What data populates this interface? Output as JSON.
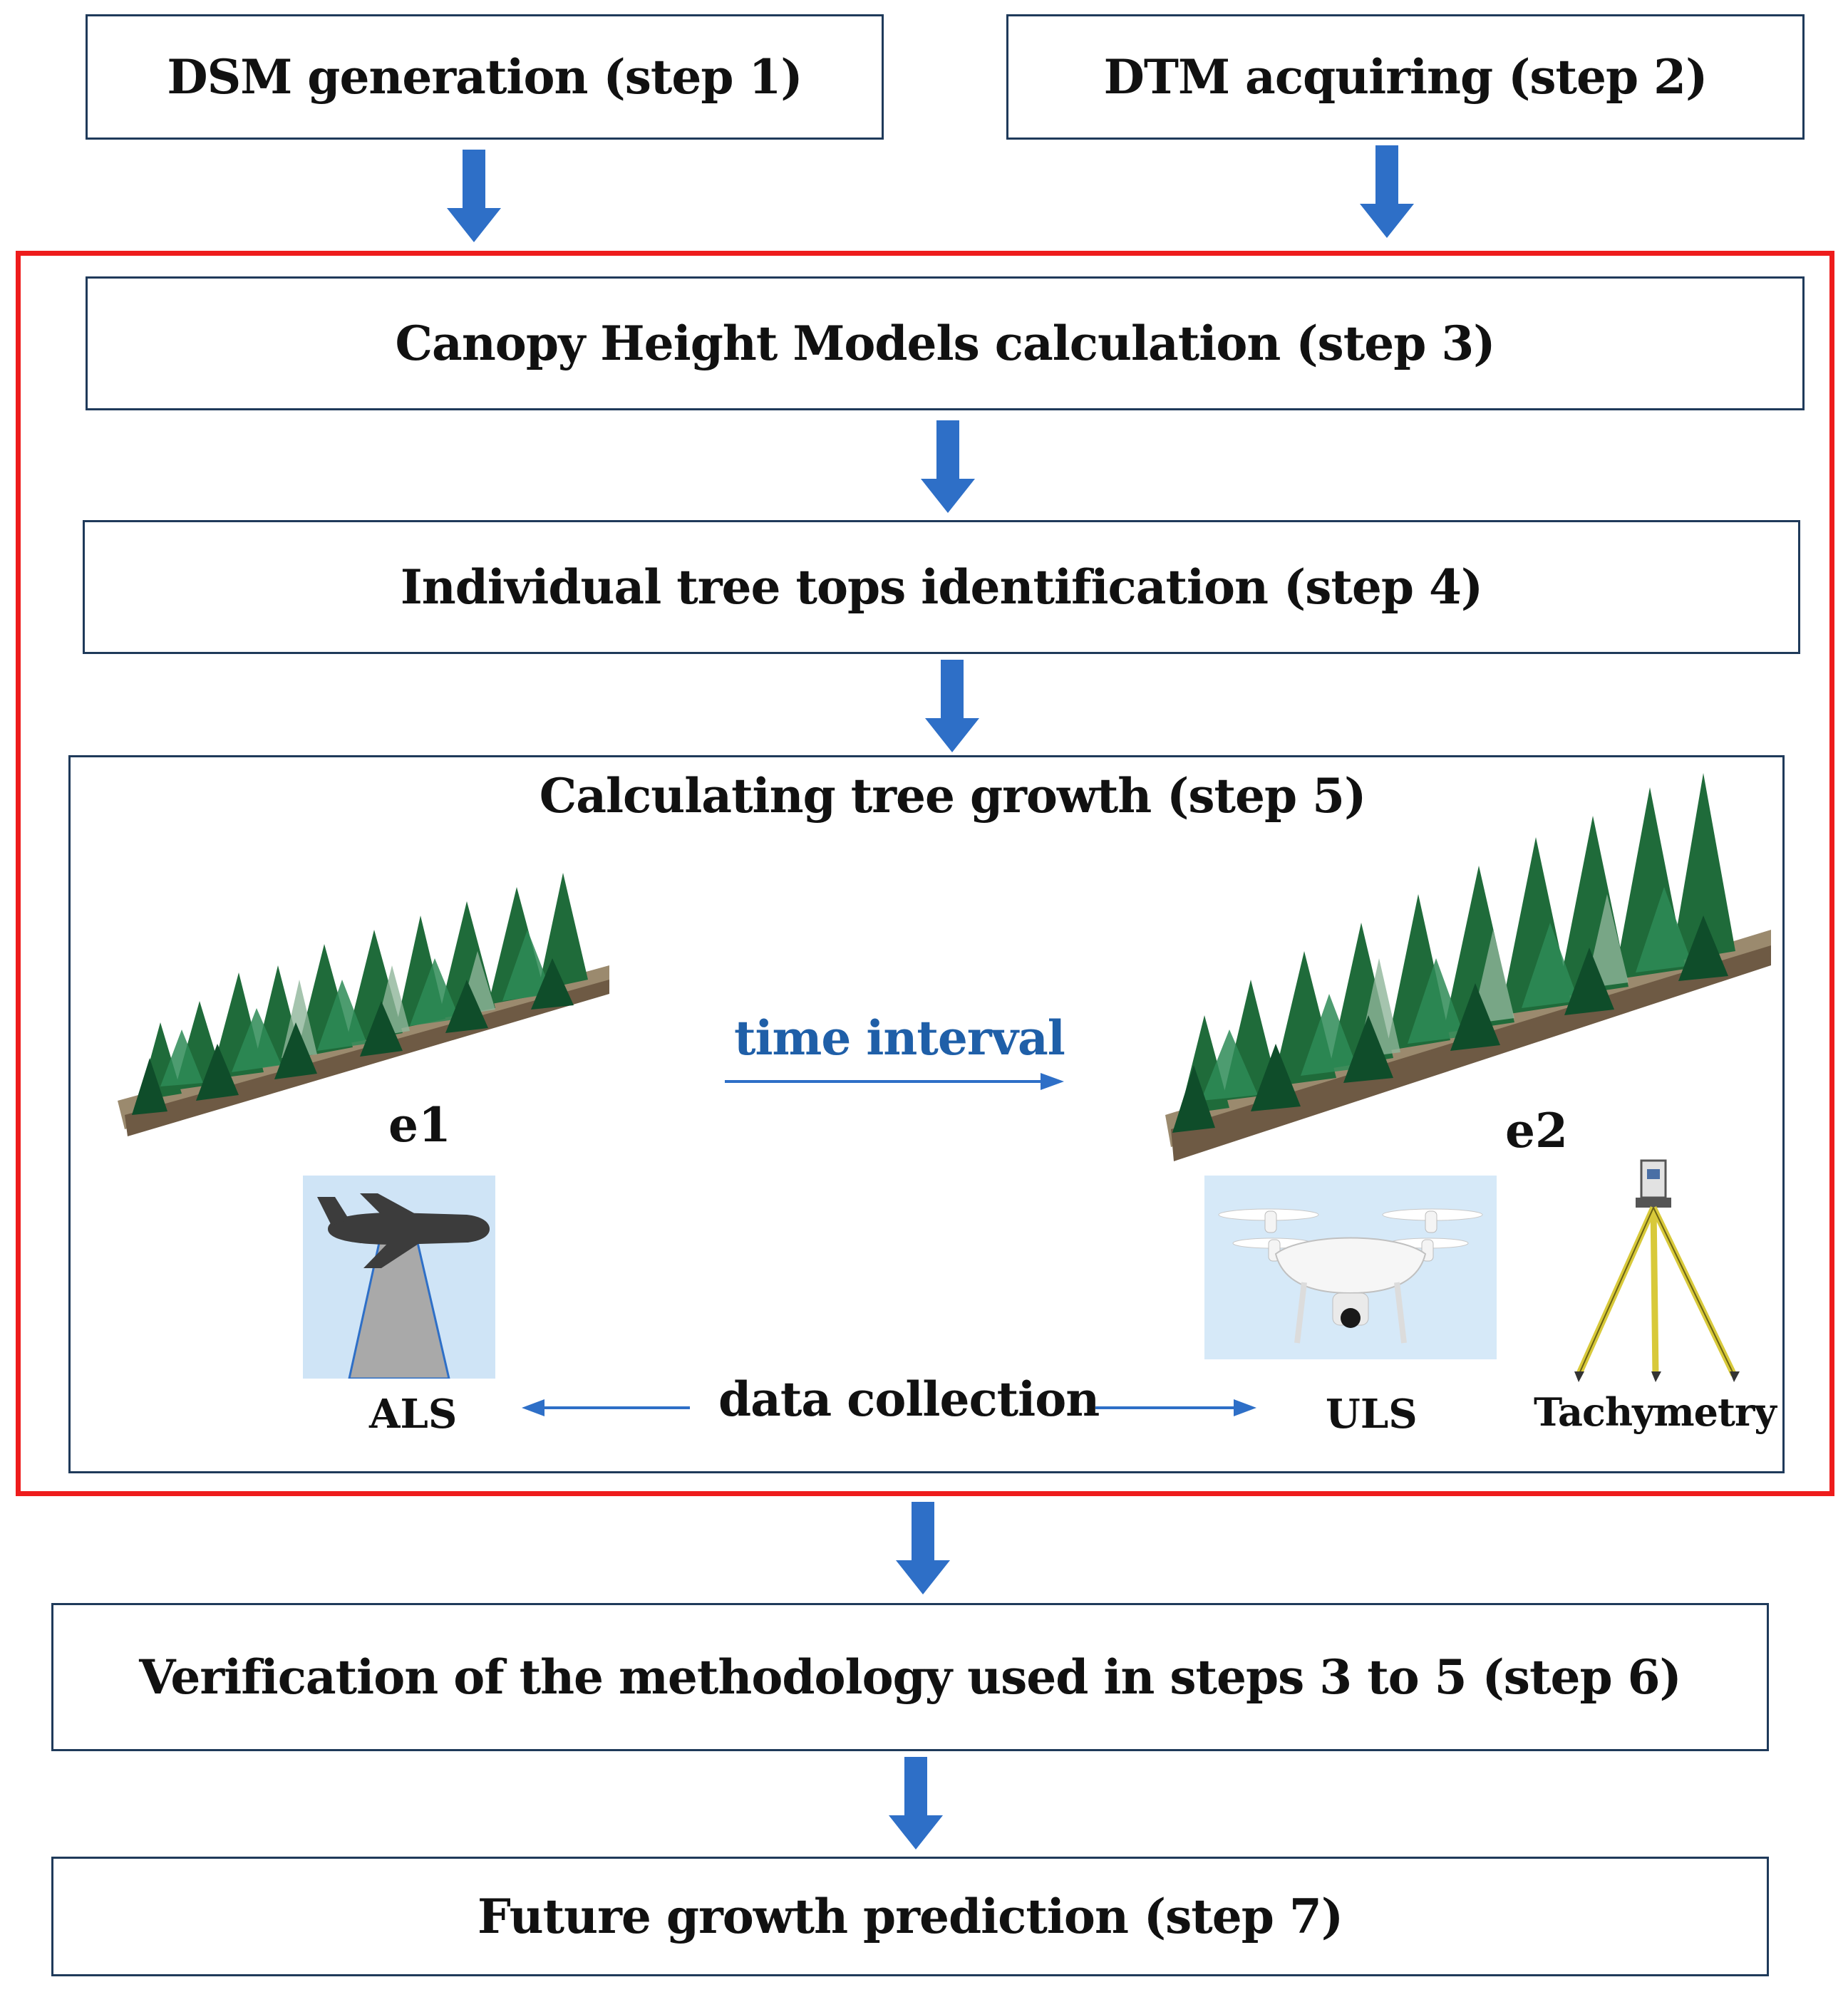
{
  "steps": {
    "step1": "DSM generation (step 1)",
    "step2": "DTM acquiring (step 2)",
    "step3": "Canopy Height Models calculation (step 3)",
    "step4": "Individual tree tops identification (step 4)",
    "step5": "Calculating tree growth (step 5)",
    "step6": "Verification of the methodology used in steps 3 to 5 (step 6)",
    "step7": "Future growth prediction (step 7)"
  },
  "epochs": {
    "e1": "e1",
    "e2": "e2",
    "time_interval": "time interval"
  },
  "collection": {
    "label": "data collection",
    "als": "ALS",
    "uls": "ULS",
    "tachymetry": "Tachymetry"
  },
  "colors": {
    "arrow_blue": "#2e6fc7",
    "frame_red": "#ee1c1c",
    "box_border": "#1f3a5a"
  }
}
